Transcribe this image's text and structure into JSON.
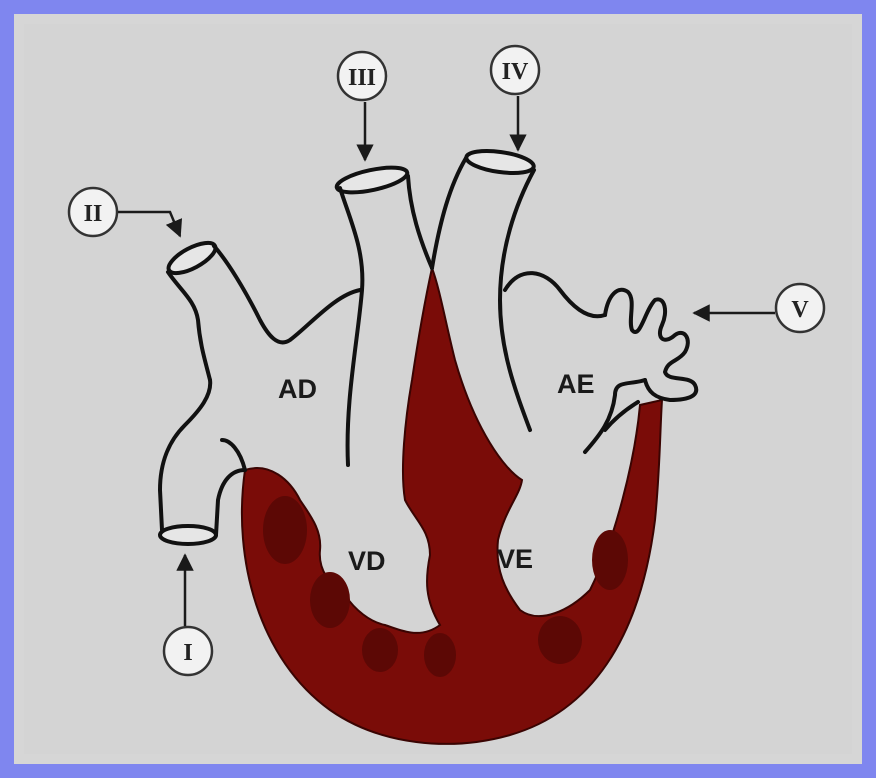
{
  "colors": {
    "frame": "#7f86ef",
    "background": "#d4d4d4",
    "myocardium": "#7a0c08",
    "outline": "#111111"
  },
  "chambers": {
    "right_atrium": "AD",
    "left_atrium": "AE",
    "right_ventricle": "VD",
    "left_ventricle": "VE"
  },
  "callouts": {
    "one": "I",
    "two": "II",
    "three": "III",
    "four": "IV",
    "five": "V"
  }
}
